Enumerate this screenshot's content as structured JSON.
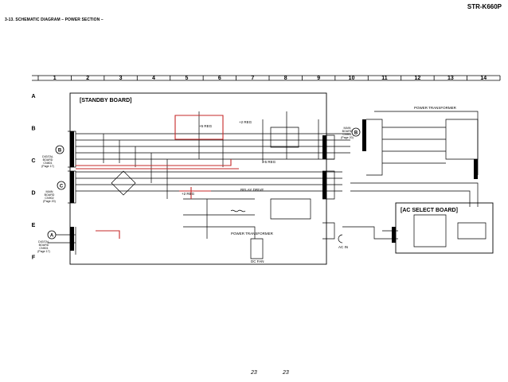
{
  "header": {
    "model": "STR-K660P",
    "section_title": "3-13. SCHEMATIC DIAGRAM – POWER SECTION –"
  },
  "grid": {
    "columns": [
      "1",
      "2",
      "3",
      "4",
      "5",
      "6",
      "7",
      "8",
      "9",
      "10",
      "11",
      "12",
      "13",
      "14"
    ],
    "rows": [
      "A",
      "B",
      "C",
      "D",
      "E",
      "F"
    ]
  },
  "boards": {
    "standby": "[STANDBY BOARD]",
    "ac_select": "[AC SELECT BOARD]"
  },
  "labels": {
    "power_transformer_top": "POWER TRANSFORMER",
    "power_transformer_mid": "POWER TRANSFORMER",
    "relay_drive": "RELAY DRIVE",
    "ac_in": "AC IN",
    "dc_fan": "DC FAN",
    "std_b": "+5 REG",
    "ref_e": "+2 REG",
    "note_a": "+2 REG",
    "note_b": "+5 REG"
  },
  "markers": {
    "a": "A",
    "b_left": "B",
    "b_right": "B",
    "c": "C"
  },
  "marker_texts": {
    "a": [
      "DIGITAL",
      "BOARD",
      "CN501",
      "(Page 17)"
    ],
    "b_left": [
      "DIGITAL",
      "BOARD",
      "CN801",
      "(Page 17)"
    ],
    "c": [
      "MAIN",
      "BOARD",
      "CN902",
      "(Page 20)"
    ],
    "b_right": [
      "MAIN",
      "BOARD",
      "CN901",
      "(Page 20)"
    ]
  },
  "footer": {
    "left_page": "23",
    "right_page": "23"
  },
  "colors": {
    "line": "#000000",
    "highlight": "#c62828"
  }
}
